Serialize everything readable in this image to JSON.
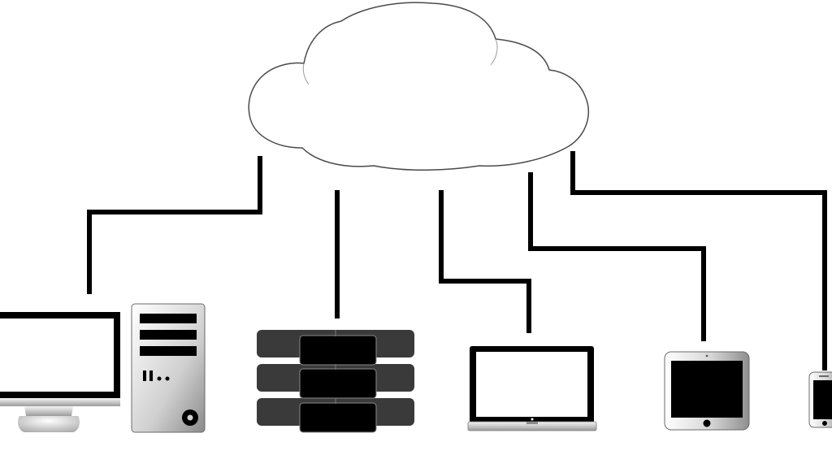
{
  "diagram": {
    "type": "cloud-network",
    "background_color": "#ffffff",
    "line_color": "#000000",
    "cloud_fill": "#ffffff",
    "cloud_stroke": "#4a4a4a",
    "nodes": [
      {
        "id": "cloud",
        "kind": "cloud-icon"
      },
      {
        "id": "desktop-monitor",
        "kind": "monitor-icon"
      },
      {
        "id": "desktop-tower",
        "kind": "computer-tower-icon"
      },
      {
        "id": "server-rack",
        "kind": "server-icon"
      },
      {
        "id": "laptop",
        "kind": "laptop-icon"
      },
      {
        "id": "tablet",
        "kind": "tablet-icon"
      },
      {
        "id": "smartphone",
        "kind": "smartphone-icon"
      }
    ],
    "connections": [
      {
        "from": "cloud",
        "to": "desktop-monitor"
      },
      {
        "from": "cloud",
        "to": "server-rack"
      },
      {
        "from": "cloud",
        "to": "laptop"
      },
      {
        "from": "cloud",
        "to": "tablet"
      },
      {
        "from": "cloud",
        "to": "smartphone"
      }
    ]
  }
}
